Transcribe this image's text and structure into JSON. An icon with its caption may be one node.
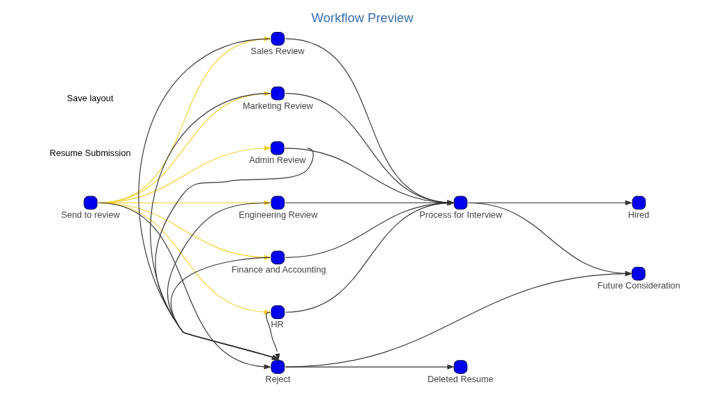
{
  "diagram": {
    "title": "Workflow Preview",
    "nodes": [
      {
        "text": [],
        "shape": "circle",
        "beside": [
          "Send to review"
        ]
      },
      {
        "text": [],
        "shape": "circle",
        "beside": [
          "Sales Review"
        ]
      },
      {
        "text": [],
        "shape": "circle",
        "beside": [
          "Marketing Review"
        ]
      },
      {
        "text": [],
        "shape": "circle",
        "beside": [
          "Admin Review"
        ]
      },
      {
        "text": [],
        "shape": "circle",
        "beside": [
          "Engineering Review"
        ]
      },
      {
        "text": [],
        "shape": "circle",
        "beside": [
          "Finance and Accounting"
        ]
      },
      {
        "text": [],
        "shape": "circle",
        "beside": [
          "HR"
        ]
      },
      {
        "text": [],
        "shape": "circle",
        "beside": [
          "Reject"
        ]
      },
      {
        "text": [],
        "shape": "circle",
        "beside": [
          "Process for Interview"
        ]
      },
      {
        "text": [],
        "shape": "circle",
        "beside": [
          "Hired"
        ]
      },
      {
        "text": [],
        "shape": "circle",
        "beside": [
          "Future Consideration"
        ]
      },
      {
        "text": [],
        "shape": "circle",
        "beside": [
          "Deleted Resume"
        ]
      }
    ],
    "edges": [
      {
        "from": 0,
        "to": 1,
        "arrow": "to",
        "color": "#f0d030"
      },
      {
        "from": 0,
        "to": 2,
        "arrow": "to",
        "color": "#f0d030"
      },
      {
        "from": 0,
        "to": 3,
        "arrow": "to",
        "color": "#f0d030"
      },
      {
        "from": 0,
        "to": 4,
        "arrow": "to",
        "color": "#f0d030"
      },
      {
        "from": 0,
        "to": 5,
        "arrow": "to",
        "color": "#f0d030"
      },
      {
        "from": 0,
        "to": 6,
        "arrow": "to",
        "color": "#f0d030"
      },
      {
        "from": 0,
        "to": 7,
        "arrow": "to"
      },
      {
        "from": 1,
        "to": 7,
        "arrow": "to"
      },
      {
        "from": 2,
        "to": 7,
        "arrow": "to"
      },
      {
        "from": 3,
        "to": 7,
        "arrow": "to"
      },
      {
        "from": 4,
        "to": 7,
        "arrow": "to"
      },
      {
        "from": 5,
        "to": 7,
        "arrow": "to"
      },
      {
        "from": 6,
        "to": 7,
        "arrow": "to"
      },
      {
        "from": 1,
        "to": 8,
        "arrow": "to"
      },
      {
        "from": 2,
        "to": 8,
        "arrow": "to"
      },
      {
        "from": 3,
        "to": 8,
        "arrow": "to"
      },
      {
        "from": 4,
        "to": 8,
        "arrow": "to"
      },
      {
        "from": 5,
        "to": 8,
        "arrow": "to"
      },
      {
        "from": 6,
        "to": 8,
        "arrow": "to"
      },
      {
        "from": 8,
        "to": 9,
        "arrow": "to"
      },
      {
        "from": 8,
        "to": 10,
        "arrow": "to"
      },
      {
        "from": 7,
        "to": 10,
        "arrow": "to"
      },
      {
        "from": 7,
        "to": 11,
        "arrow": "to"
      }
    ],
    "labels": [
      "Resume Submission",
      "Save layout"
    ]
  }
}
